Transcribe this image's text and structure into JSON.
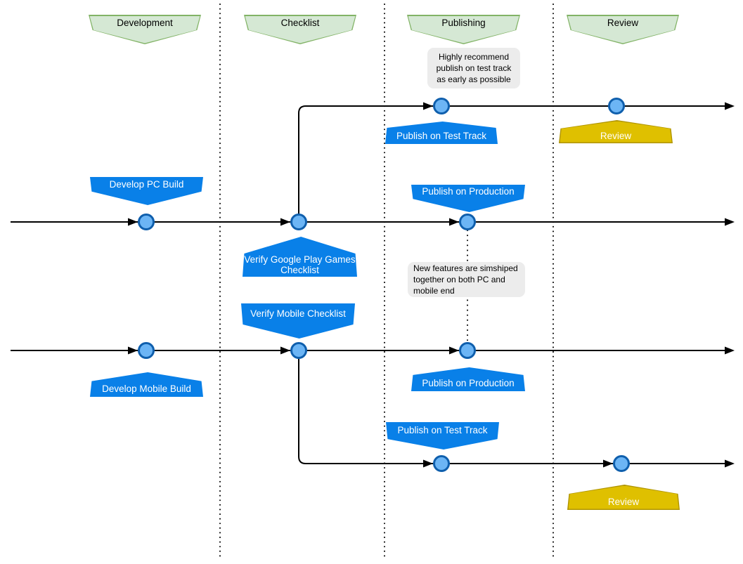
{
  "colors": {
    "banner_blue": "#0980e8",
    "banner_yellow_fill": "#dfc000",
    "banner_yellow_stroke": "#b09500",
    "header_green_fill": "#d5e8d4",
    "header_green_stroke": "#82b366",
    "node_fill": "#6cb5f5",
    "node_stroke": "#0f5fad",
    "line_black": "#000000",
    "note_bg": "#ececec"
  },
  "headers": [
    {
      "label": "Development"
    },
    {
      "label": "Checklist"
    },
    {
      "label": "Publishing"
    },
    {
      "label": "Review"
    }
  ],
  "events": {
    "publish_test_track_top": "Publish on Test Track",
    "review_top": "Review",
    "develop_pc": "Develop PC Build",
    "publish_production_pc": "Publish on Production",
    "verify_google_play": "Verify Google Play Games Checklist",
    "verify_mobile": "Verify Mobile Checklist",
    "develop_mobile": "Develop Mobile Build",
    "publish_production_mobile": "Publish on Production",
    "publish_test_track_bottom": "Publish on Test Track",
    "review_bottom": "Review"
  },
  "notes": [
    {
      "text": "Highly recommend publish on test track as early as possible"
    },
    {
      "text": "New features are simshiped together on both PC and mobile end"
    }
  ]
}
